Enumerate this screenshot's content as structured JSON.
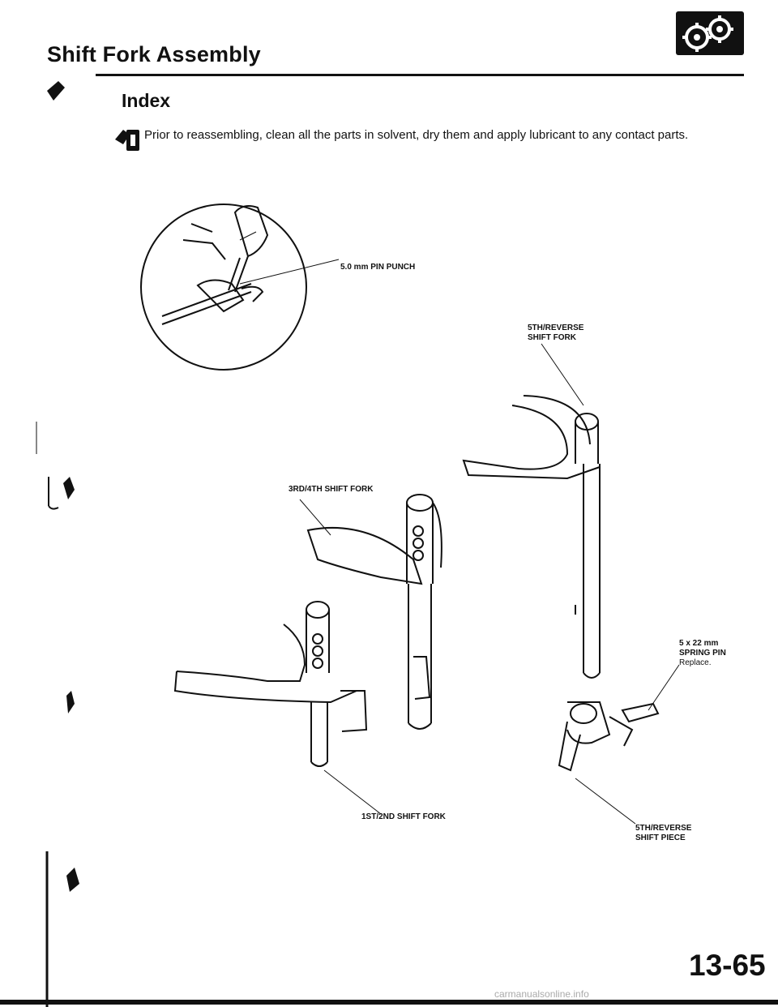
{
  "header": {
    "title": "Shift Fork Assembly",
    "badge_icon": "gear-tools-icon"
  },
  "section": {
    "heading": "Index"
  },
  "note": {
    "icon": "oil-can-icon",
    "text": "Prior to reassembling, clean all the parts in solvent, dry them and apply lubricant to any contact parts."
  },
  "labels": {
    "pin_punch": "5.0 mm PIN PUNCH",
    "fifth_reverse_fork_line1": "5TH/REVERSE",
    "fifth_reverse_fork_line2": "SHIFT FORK",
    "third_fourth_fork": "3RD/4TH SHIFT FORK",
    "spring_pin_line1": "5 x 22 mm",
    "spring_pin_line2": "SPRING PIN",
    "spring_pin_note": "Replace.",
    "first_second_fork": "1ST/2ND SHIFT FORK",
    "fifth_reverse_piece_line1": "5TH/REVERSE",
    "fifth_reverse_piece_line2": "SHIFT PIECE"
  },
  "footer": {
    "page_number": "13-65",
    "watermark": "carmanualsonline.info"
  }
}
